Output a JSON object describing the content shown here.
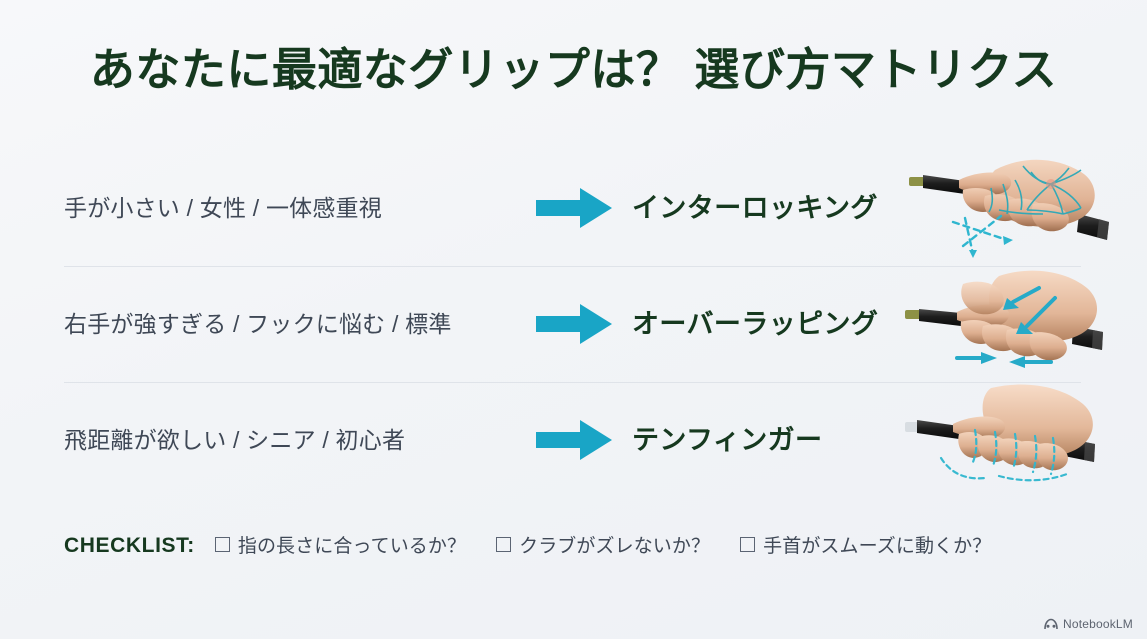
{
  "slide": {
    "title": "あなたに最適なグリップは？ 選び方マトリクス",
    "background_color": "#f3f5f8",
    "accent_color": "#19a5c6",
    "title_color": "#16391f",
    "label_color": "#3f4856"
  },
  "matrix": {
    "rows": [
      {
        "condition": "手が小さい / 女性 / 一体感重視",
        "arrow": "right-arrow-icon",
        "answer": "インターロッキング",
        "figure": "hand-grip-interlocking-photo"
      },
      {
        "condition": "右手が強すぎる / フックに悩む / 標準",
        "arrow": "right-arrow-icon",
        "answer": "オーバーラッピング",
        "figure": "hand-grip-overlapping-photo"
      },
      {
        "condition": "飛距離が欲しい / シニア / 初心者",
        "arrow": "right-arrow-icon",
        "answer": "テンフィンガー",
        "figure": "hand-grip-ten-finger-photo"
      }
    ]
  },
  "checklist": {
    "label": "CHECKLIST:",
    "items": [
      "指の長さに合っているか？",
      "クラブがズレないか？",
      "手首がスムーズに動くか？"
    ]
  },
  "watermark": {
    "text": "NotebookLM",
    "icon": "notebooklm-logo-icon"
  }
}
